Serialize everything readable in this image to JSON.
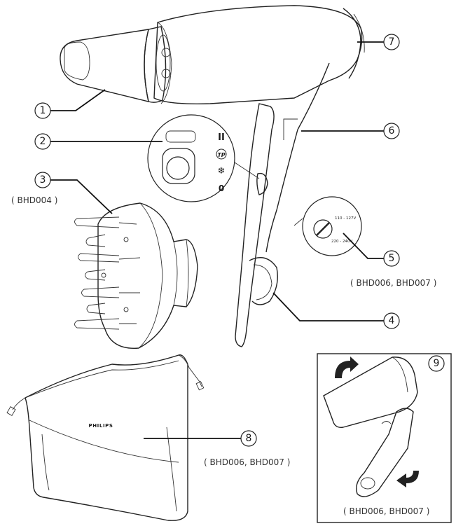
{
  "callouts": [
    {
      "number": "1"
    },
    {
      "number": "2"
    },
    {
      "number": "3"
    },
    {
      "number": "4"
    },
    {
      "number": "5"
    },
    {
      "number": "6"
    },
    {
      "number": "7"
    },
    {
      "number": "8"
    },
    {
      "number": "9"
    }
  ],
  "notes": {
    "diffuser_model": "( BHD004 )",
    "voltage_models": "( BHD006, BHD007 )",
    "pouch_models": "( BHD006, BHD007 )",
    "fold_models": "( BHD006, BHD007 )"
  },
  "controls": {
    "speed_symbol": "II",
    "thermo_protect_symbol": "TP",
    "cold_shot_symbol": "❄",
    "off_symbol": "0"
  },
  "voltage_selector": {
    "low_range": "110 - 127V",
    "high_range": "220 - 240V"
  },
  "pouch": {
    "brand": "PHILIPS"
  }
}
